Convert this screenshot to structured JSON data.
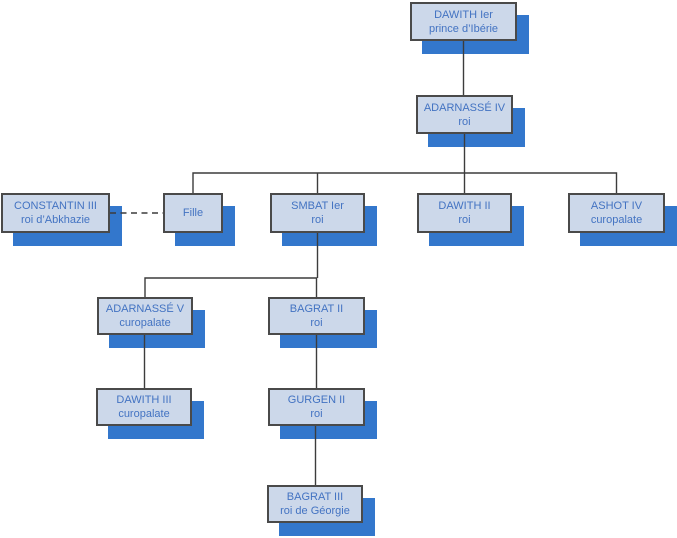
{
  "diagram": {
    "type": "family-tree",
    "nodes": [
      {
        "key": "dawith-1",
        "title": "DAWITH Ier",
        "subtitle": "prince d’Ibérie"
      },
      {
        "key": "adarnasse-4",
        "title": "ADARNASSÉ IV",
        "subtitle": "roi"
      },
      {
        "key": "constantin-3",
        "title": "CONSTANTIN III",
        "subtitle": "roi d’Abkhazie"
      },
      {
        "key": "fille",
        "title": "Fille",
        "subtitle": ""
      },
      {
        "key": "smbat-1",
        "title": "SMBAT Ier",
        "subtitle": "roi"
      },
      {
        "key": "dawith-2",
        "title": "DAWITH II",
        "subtitle": "roi"
      },
      {
        "key": "ashot-4",
        "title": "ASHOT IV",
        "subtitle": "curopalate"
      },
      {
        "key": "adarnasse-5",
        "title": "ADARNASSÉ V",
        "subtitle": "curopalate"
      },
      {
        "key": "bagrat-2",
        "title": "BAGRAT II",
        "subtitle": "roi"
      },
      {
        "key": "dawith-3",
        "title": "DAWITH III",
        "subtitle": "curopalate"
      },
      {
        "key": "gurgen-2",
        "title": "GURGEN II",
        "subtitle": "roi"
      },
      {
        "key": "bagrat-3",
        "title": "BAGRAT III",
        "subtitle": "roi de Géorgie"
      }
    ],
    "colors": {
      "background": "#ffffff",
      "node_fill": "#ccd8ea",
      "node_border": "#4a4a4a",
      "node_shadow": "#3377cc",
      "node_text": "#4373c2",
      "connector": "#3c3c3c"
    }
  }
}
